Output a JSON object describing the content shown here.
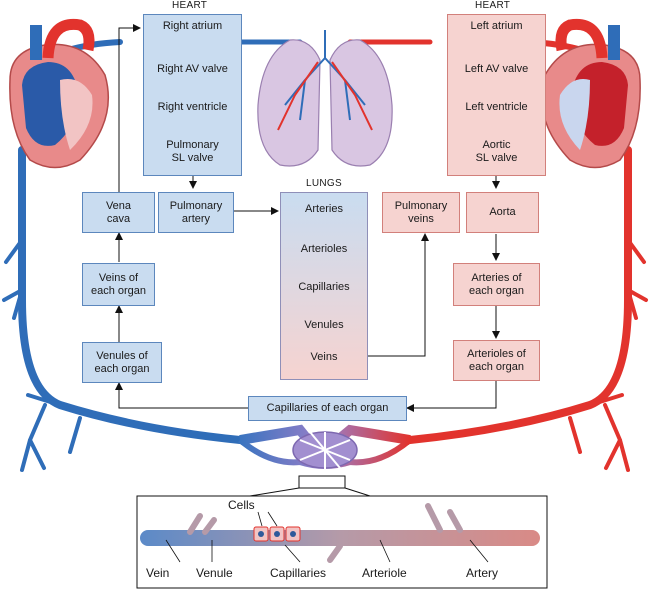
{
  "headers": {
    "heart_right": "HEART",
    "heart_left": "HEART",
    "lungs": "LUNGS"
  },
  "right_heart": [
    "Right atrium",
    "Right AV valve",
    "Right ventricle",
    "Pulmonary\nSL valve"
  ],
  "left_heart": [
    "Left atrium",
    "Left AV valve",
    "Left ventricle",
    "Aortic\nSL valve"
  ],
  "lungs": [
    "Arteries",
    "Arterioles",
    "Capillaries",
    "Venules",
    "Veins"
  ],
  "boxes": {
    "vena_cava": "Vena\ncava",
    "pulmonary_artery": "Pulmonary\nartery",
    "pulmonary_veins": "Pulmonary\nveins",
    "aorta": "Aorta",
    "veins_of_each_organ": "Veins of\neach organ",
    "venules_of_each_organ": "Venules of\neach organ",
    "arteries_of_each_organ": "Arteries of\neach organ",
    "arterioles_of_each_organ": "Arterioles of\neach organ",
    "capillaries_of_each_organ": "Capillaries of each organ"
  },
  "inset": {
    "cells": "Cells",
    "vein": "Vein",
    "venule": "Venule",
    "capillaries": "Capillaries",
    "arteriole": "Arteriole",
    "artery": "Artery"
  },
  "colors": {
    "blue_box": "#c9dcf0",
    "red_box": "#f6d3d0",
    "vein": "#2f6db8",
    "artery": "#e2332d"
  }
}
